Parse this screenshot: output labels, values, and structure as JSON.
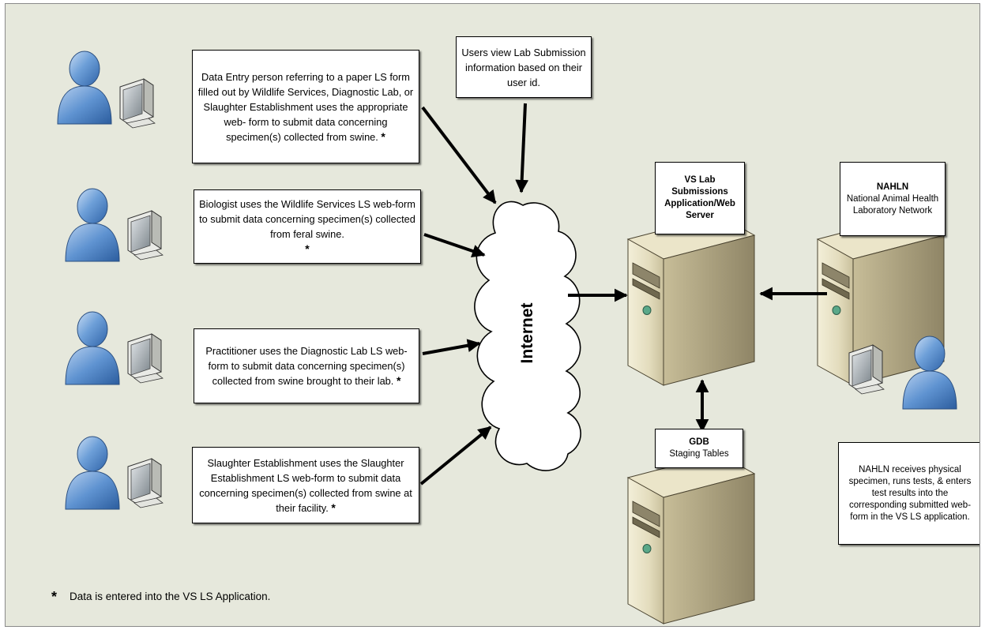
{
  "boxes": {
    "data_entry": "Data Entry person referring to a paper LS form filled out by Wildlife Services, Diagnostic Lab, or Slaughter Establishment uses the appropriate web- form to submit data concerning specimen(s) collected from swine.",
    "biologist": "Biologist uses the Wildlife Services LS web-form to submit data concerning specimen(s) collected from feral swine.",
    "practitioner": "Practitioner uses the Diagnostic Lab LS web-form to submit data concerning specimen(s) collected from swine brought to their lab.",
    "slaughter": "Slaughter Establishment uses the Slaughter Establishment LS web-form to submit data concerning specimen(s) collected from swine at their facility.",
    "users_view": "Users view Lab Submission information based on their user id.",
    "nahln_receives": "NAHLN receives physical specimen, runs tests, & enters test results into the corresponding submitted web-form in the VS LS application."
  },
  "servers": {
    "vs_lab": "VS Lab Submissions Application/Web Server",
    "nahln_title": "NAHLN",
    "nahln_sub": "National Animal Health Laboratory Network",
    "gdb_title": "GDB",
    "gdb_sub": "Staging Tables"
  },
  "star_symbol": "*",
  "internet_label": "Internet",
  "footnote": "Data is entered into the VS LS Application."
}
